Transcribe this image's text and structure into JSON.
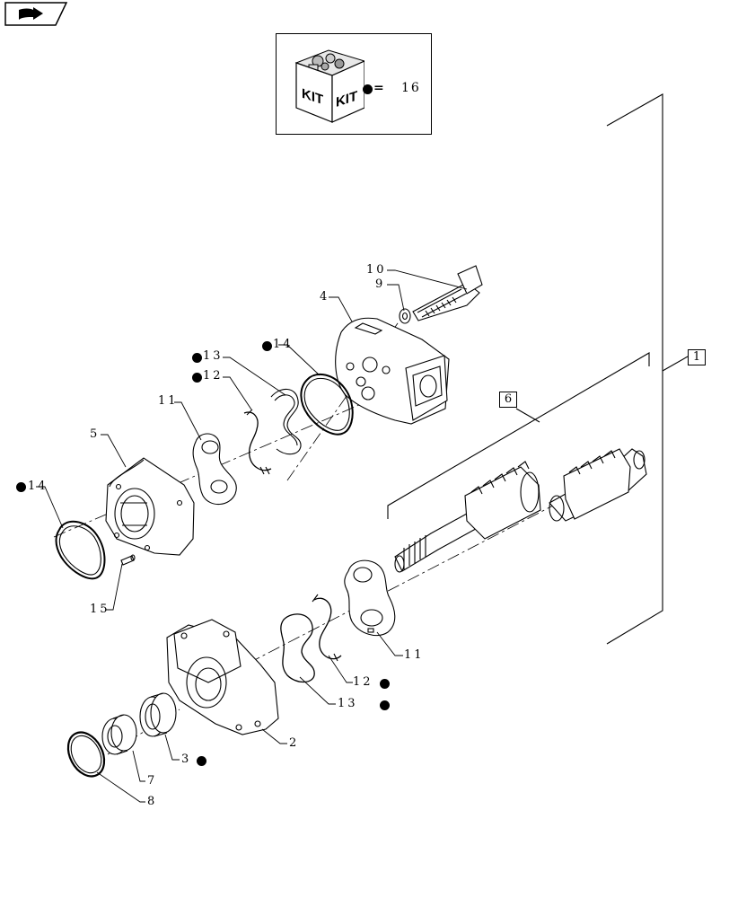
{
  "callouts": {
    "c1": "1",
    "c2": "2",
    "c3": "3",
    "c4": "4",
    "c5": "5",
    "c6": "6",
    "c7": "7",
    "c8": "8",
    "c9": "9",
    "c10": "10",
    "c11a": "11",
    "c11b": "11",
    "c12a": "12",
    "c12b": "12",
    "c13a": "13",
    "c13b": "13",
    "c14a": "14",
    "c14b": "14",
    "c15": "15"
  },
  "kit": {
    "label_left": "KIT",
    "label_right": "KIT",
    "equals": "=",
    "number": "16"
  },
  "icons": {
    "nav": "arrow-right-icon",
    "kit": "kit-box-icon",
    "kit_marker": "filled-dot"
  }
}
